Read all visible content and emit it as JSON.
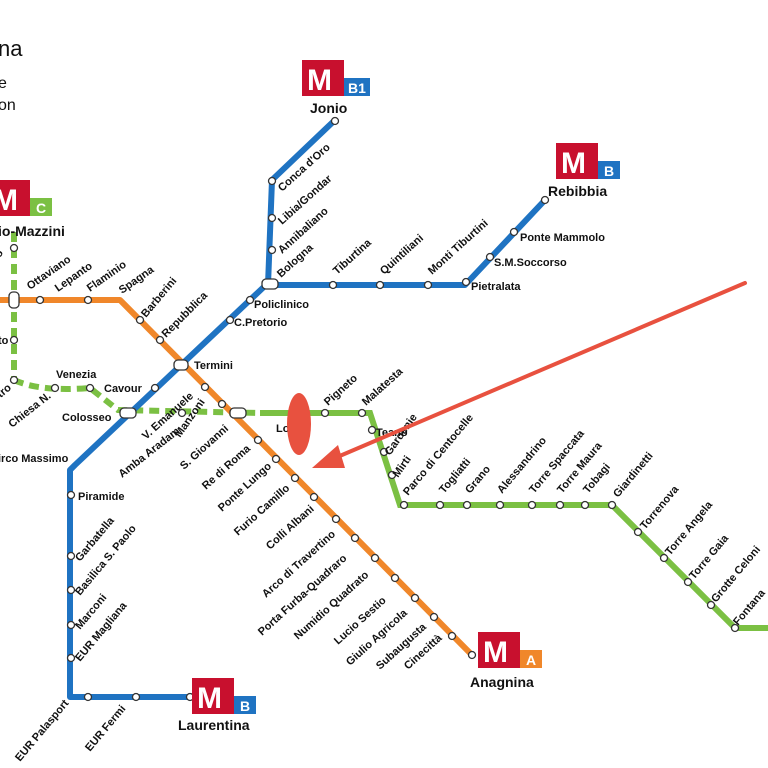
{
  "header": {
    "title_fragment": "na",
    "line2": "e",
    "line3": "on"
  },
  "colors": {
    "line_a": "#F0872A",
    "line_b": "#1F73C2",
    "line_c": "#7BC043",
    "metro_logo": "#C8102E",
    "annotation_arrow": "#E8513F"
  },
  "terminals": {
    "jonio": {
      "name": "Jonio",
      "line": "B1"
    },
    "rebibbia": {
      "name": "Rebibbia",
      "line": "B"
    },
    "laurentina": {
      "name": "Laurentina",
      "line": "B"
    },
    "anagnina": {
      "name": "Anagnina",
      "line": "A"
    },
    "mazzini": {
      "name": "io-Mazzini",
      "line": "C"
    }
  },
  "logo_letter": "M",
  "stations": {
    "conca_doro": "Conca d'Oro",
    "libia_gondar": "Libia/Gondar",
    "annibaliano": "Annibaliano",
    "bologna": "Bologna",
    "tiburtina": "Tiburtina",
    "quintiliani": "Quintiliani",
    "monti_tiburtini": "Monti Tiburtini",
    "pietralata": "Pietralata",
    "smsoccorso": "S.M.Soccorso",
    "ponte_mammolo": "Ponte Mammolo",
    "policlinico": "Policlinico",
    "cpretorio": "C.Pretorio",
    "termini": "Termini",
    "cavour": "Cavour",
    "colosseo": "Colosseo",
    "circo_massimo": "irco Massimo",
    "piramide": "Piramide",
    "garbatella": "Garbatella",
    "basilica": "Basilica S. Paolo",
    "marconi": "Marconi",
    "eur_magliana": "EUR Magliana",
    "eur_palasport": "EUR Palasport",
    "eur_fermi": "EUR Fermi",
    "ottaviano": "Ottaviano",
    "lepanto": "Lepanto",
    "flaminio": "Flaminio",
    "spagna": "Spagna",
    "barberini": "Barberini",
    "repubblica": "Repubblica",
    "vemanuele": "V. Emanuele",
    "manzoni": "Manzoni",
    "sgiovanni": "S. Giovanni",
    "re_di_roma": "Re di Roma",
    "ponte_lungo": "Ponte Lungo",
    "furio_camillo": "Furio Camillo",
    "colli_albani": "Colli Albani",
    "arco_travertino": "Arco di Travertino",
    "porta_furba": "Porta Furba-Quadraro",
    "numidio": "Numidio Quadrato",
    "lucio_sestio": "Lucio Sestio",
    "giulio_agricola": "Giulio Agricola",
    "subaugusta": "Subaugusta",
    "cinecitta": "Cinecittà",
    "ottaviano_c_frag": "ro",
    "c_frag2": "to",
    "c_frag3": "etro",
    "venezia": "Venezia",
    "chiesa_nuova": "Chiesa N.",
    "amba_aradam": "Amba Aradam",
    "lodi_frag": "Lo",
    "pigneto": "Pigneto",
    "malatesta": "Malatesta",
    "teano": "Teano",
    "gardenie": "Gardenie",
    "mirti": "Mirti",
    "parco_centocelle": "Parco di Centocelle",
    "togliatti": "Togliatti",
    "grano": "Grano",
    "alessandrino": "Alessandrino",
    "torre_spaccata": "Torre Spaccata",
    "torre_maura": "Torre Maura",
    "tobagi": "Tobagi",
    "giardinetti": "Giardinetti",
    "torrenova": "Torrenova",
    "torre_angela": "Torre Angela",
    "torre_gaia": "Torre Gaia",
    "grotte_celoni": "Grotte Celoni",
    "fontana": "Fontana"
  }
}
